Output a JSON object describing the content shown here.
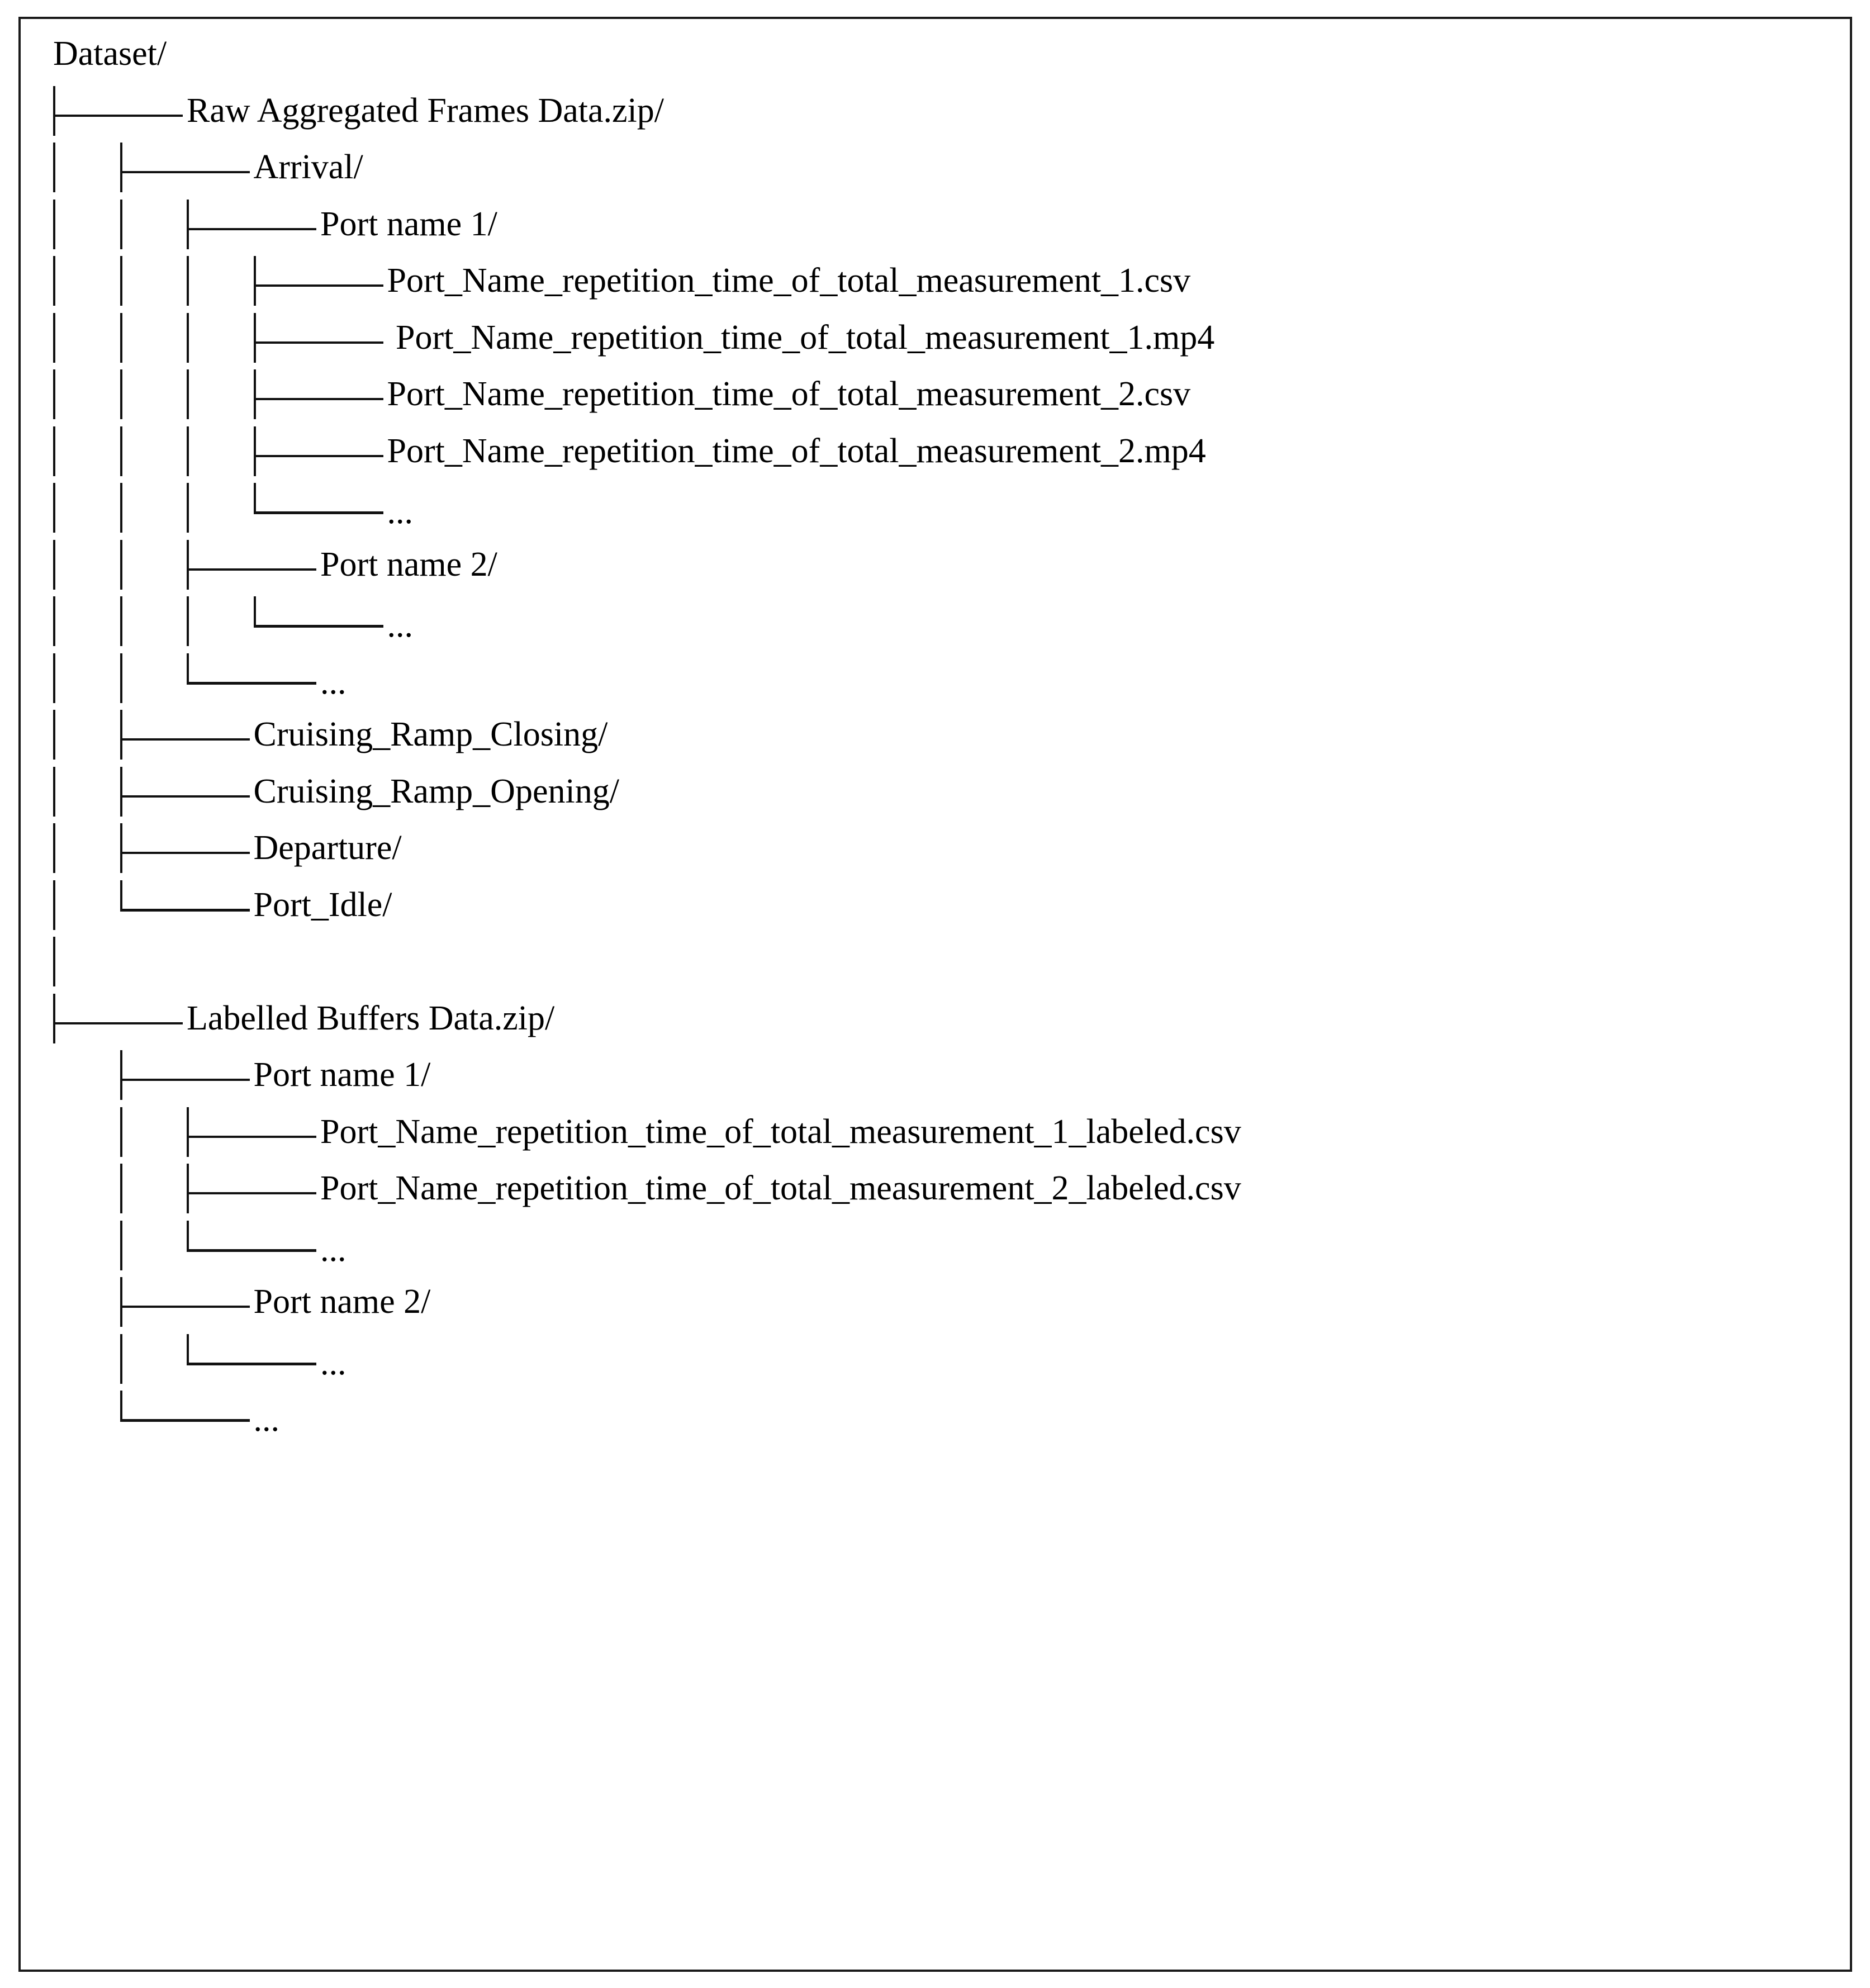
{
  "figure": {
    "kind": "directory-tree",
    "root": "Dataset/",
    "border_color": "#1a1a1a",
    "text_color": "#000000",
    "background_color": "#ffffff"
  },
  "tree": {
    "rows": [
      {
        "id": "r0",
        "depth": 0,
        "connector": "none",
        "label": "Dataset/"
      },
      {
        "id": "r1",
        "depth": 1,
        "connector": "tee",
        "label": "Raw Aggregated Frames Data.zip/"
      },
      {
        "id": "r2",
        "depth": 2,
        "connector": "tee",
        "label": "Arrival/"
      },
      {
        "id": "r3",
        "depth": 3,
        "connector": "tee",
        "label": "Port name 1/"
      },
      {
        "id": "r4",
        "depth": 4,
        "connector": "tee",
        "label": "Port_Name_repetition_time_of_total_measurement_1.csv"
      },
      {
        "id": "r5",
        "depth": 4,
        "connector": "tee",
        "label": " Port_Name_repetition_time_of_total_measurement_1.mp4"
      },
      {
        "id": "r6",
        "depth": 4,
        "connector": "tee",
        "label": "Port_Name_repetition_time_of_total_measurement_2.csv"
      },
      {
        "id": "r7",
        "depth": 4,
        "connector": "tee",
        "label": "Port_Name_repetition_time_of_total_measurement_2.mp4"
      },
      {
        "id": "r8",
        "depth": 4,
        "connector": "elbow",
        "label": "...",
        "dots": true
      },
      {
        "id": "r9",
        "depth": 3,
        "connector": "tee",
        "label": "Port name 2/"
      },
      {
        "id": "r10",
        "depth": 4,
        "connector": "elbow",
        "label": "...",
        "dots": true
      },
      {
        "id": "r11",
        "depth": 3,
        "connector": "elbow",
        "label": "...",
        "dots": true
      },
      {
        "id": "r12",
        "depth": 2,
        "connector": "tee",
        "label": "Cruising_Ramp_Closing/"
      },
      {
        "id": "r13",
        "depth": 2,
        "connector": "tee",
        "label": "Cruising_Ramp_Opening/"
      },
      {
        "id": "r14",
        "depth": 2,
        "connector": "tee",
        "label": "Departure/"
      },
      {
        "id": "r15",
        "depth": 2,
        "connector": "elbow",
        "label": "Port_Idle/"
      },
      {
        "id": "r16",
        "depth": 1,
        "connector": "spacer",
        "label": ""
      },
      {
        "id": "r17",
        "depth": 1,
        "connector": "tee",
        "label": "Labelled Buffers Data.zip/"
      },
      {
        "id": "r18",
        "depth": 2,
        "connector": "tee",
        "label": "Port name 1/"
      },
      {
        "id": "r19",
        "depth": 3,
        "connector": "tee",
        "label": "Port_Name_repetition_time_of_total_measurement_1_labeled.csv"
      },
      {
        "id": "r20",
        "depth": 3,
        "connector": "tee",
        "label": "Port_Name_repetition_time_of_total_measurement_2_labeled.csv"
      },
      {
        "id": "r21",
        "depth": 3,
        "connector": "elbow",
        "label": "...",
        "dots": true
      },
      {
        "id": "r22",
        "depth": 2,
        "connector": "tee",
        "label": "Port name 2/"
      },
      {
        "id": "r23",
        "depth": 3,
        "connector": "elbow",
        "label": "...",
        "dots": true
      },
      {
        "id": "r24",
        "depth": 2,
        "connector": "elbow",
        "label": "...",
        "dots": true
      }
    ]
  }
}
